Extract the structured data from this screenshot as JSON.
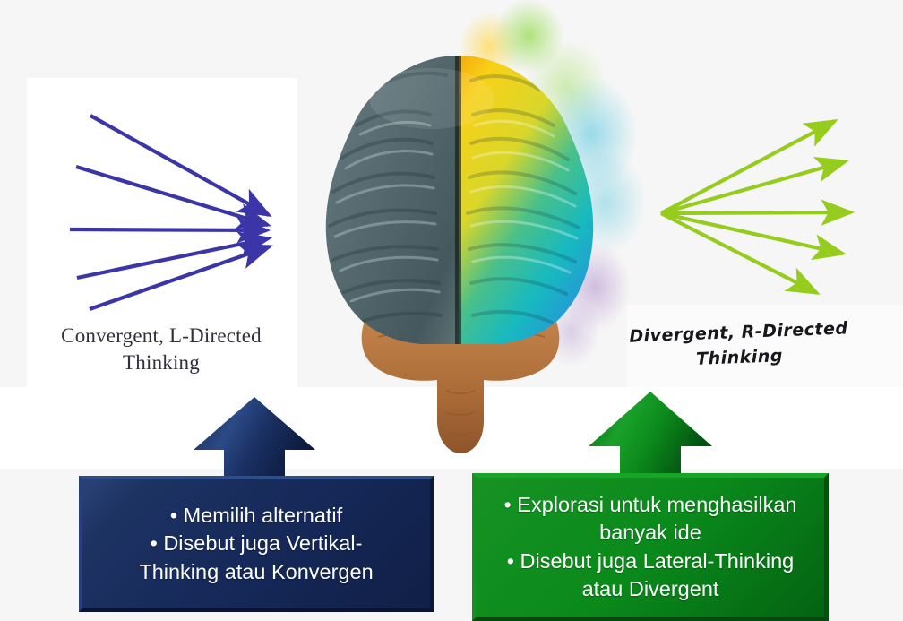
{
  "page": {
    "background_color": "#f6f6f6",
    "white_panel_color": "#ffffff"
  },
  "left_diagram": {
    "icon": "converging-arrows-icon",
    "arrow_color": "#3b35a8",
    "arrow_count": 5,
    "caption_line1": "Convergent, L-Directed",
    "caption_line2": "Thinking"
  },
  "right_diagram": {
    "icon": "diverging-arrows-icon",
    "arrow_color": "#96cc1e",
    "arrow_count": 5,
    "caption_line1": "Divergent, R-Directed",
    "caption_line2": "Thinking"
  },
  "brain": {
    "icon": "brain-hemispheres-icon",
    "left_hemisphere_color": "#5d7176",
    "right_hemisphere_colors": [
      "#f5a30b",
      "#f5d516",
      "#9ecb2a",
      "#1fb8ab",
      "#23a6d5",
      "#e8267f",
      "#6b4f9e"
    ],
    "brainstem_color": "#b9763f"
  },
  "blue_callout": {
    "icon": "up-arrow-callout-icon",
    "fill_color": "#16295a",
    "lines": [
      "• Memilih alternatif",
      "•  Disebut juga Vertikal-",
      "Thinking atau Konvergen"
    ]
  },
  "green_callout": {
    "icon": "up-arrow-callout-icon",
    "fill_color": "#0a8a1b",
    "lines": [
      "• Explorasi untuk menghasilkan",
      "banyak ide",
      "• Disebut juga Lateral-Thinking",
      "atau Divergent"
    ]
  }
}
